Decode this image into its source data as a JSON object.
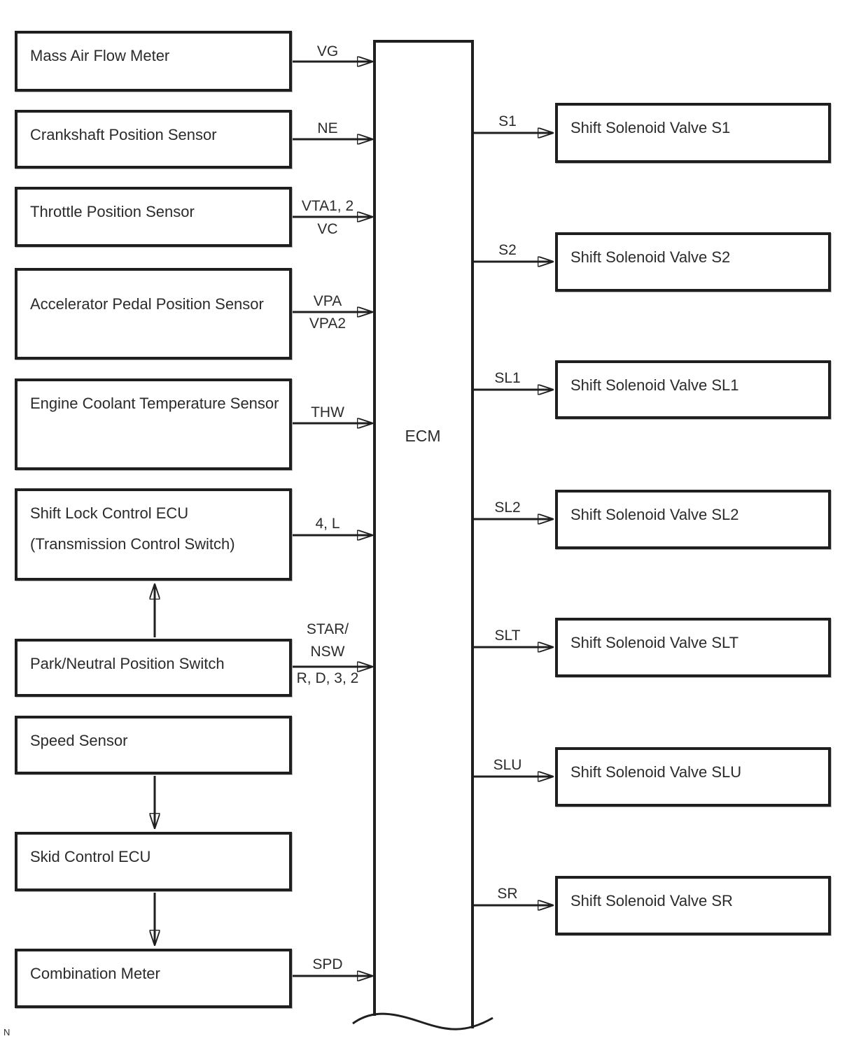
{
  "page": {
    "corner_label": "N"
  },
  "ecm": {
    "label": "ECM"
  },
  "inputs": [
    {
      "name": "mass-air-flow-meter",
      "label": "Mass Air Flow Meter",
      "sig_above": "VG"
    },
    {
      "name": "crankshaft-position-sensor",
      "label": "Crankshaft Position Sensor",
      "sig_above": "NE"
    },
    {
      "name": "throttle-position-sensor",
      "label": "Throttle Position Sensor",
      "sig_above": "VTA1, 2",
      "sig_below": "VC"
    },
    {
      "name": "accelerator-pedal-position-sensor",
      "label": "Accelerator Pedal Position Sensor",
      "sig_above": "VPA",
      "sig_below": "VPA2"
    },
    {
      "name": "engine-coolant-temperature-sensor",
      "label": "Engine Coolant Temperature Sensor",
      "sig_above": "THW"
    },
    {
      "name": "shift-lock-control-ecu",
      "label": "Shift Lock Control ECU",
      "label2": "(Transmission Control Switch)",
      "sig_above": "4, L"
    },
    {
      "name": "park-neutral-position-switch",
      "label": "Park/Neutral Position Switch",
      "sig_above": "STAR/",
      "sig_above2": "NSW",
      "sig_below": "R, D, 3, 2"
    },
    {
      "name": "speed-sensor",
      "label": "Speed Sensor"
    },
    {
      "name": "skid-control-ecu",
      "label": "Skid Control ECU"
    },
    {
      "name": "combination-meter",
      "label": "Combination Meter",
      "sig_above": "SPD"
    }
  ],
  "outputs": [
    {
      "name": "shift-solenoid-valve-s1",
      "signal": "S1",
      "label": "Shift Solenoid Valve S1"
    },
    {
      "name": "shift-solenoid-valve-s2",
      "signal": "S2",
      "label": "Shift Solenoid Valve S2"
    },
    {
      "name": "shift-solenoid-valve-sl1",
      "signal": "SL1",
      "label": "Shift Solenoid Valve SL1"
    },
    {
      "name": "shift-solenoid-valve-sl2",
      "signal": "SL2",
      "label": "Shift Solenoid Valve SL2"
    },
    {
      "name": "shift-solenoid-valve-slt",
      "signal": "SLT",
      "label": "Shift Solenoid Valve SLT"
    },
    {
      "name": "shift-solenoid-valve-slu",
      "signal": "SLU",
      "label": "Shift Solenoid Valve SLU"
    },
    {
      "name": "shift-solenoid-valve-sr",
      "signal": "SR",
      "label": "Shift Solenoid Valve SR"
    }
  ]
}
